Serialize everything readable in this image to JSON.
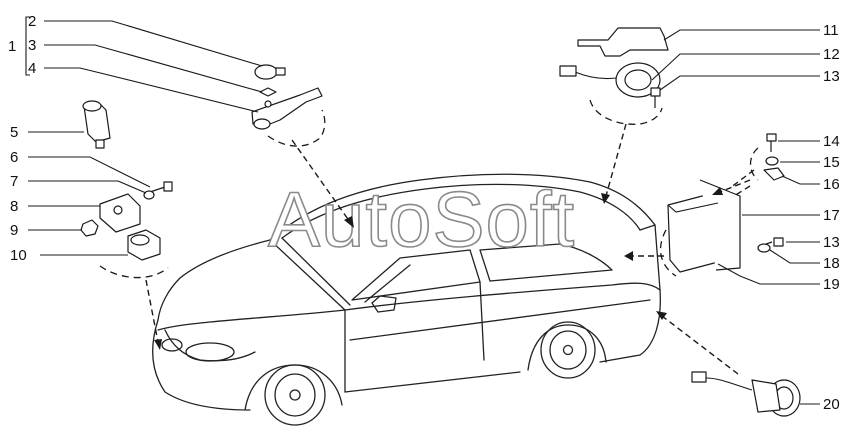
{
  "diagram": {
    "watermark": "AutoSoft",
    "group_bracket_label": "1",
    "callouts": [
      "2",
      "3",
      "4",
      "5",
      "6",
      "7",
      "8",
      "9",
      "10",
      "11",
      "12",
      "13",
      "14",
      "15",
      "16",
      "17",
      "13",
      "18",
      "19",
      "20"
    ]
  }
}
